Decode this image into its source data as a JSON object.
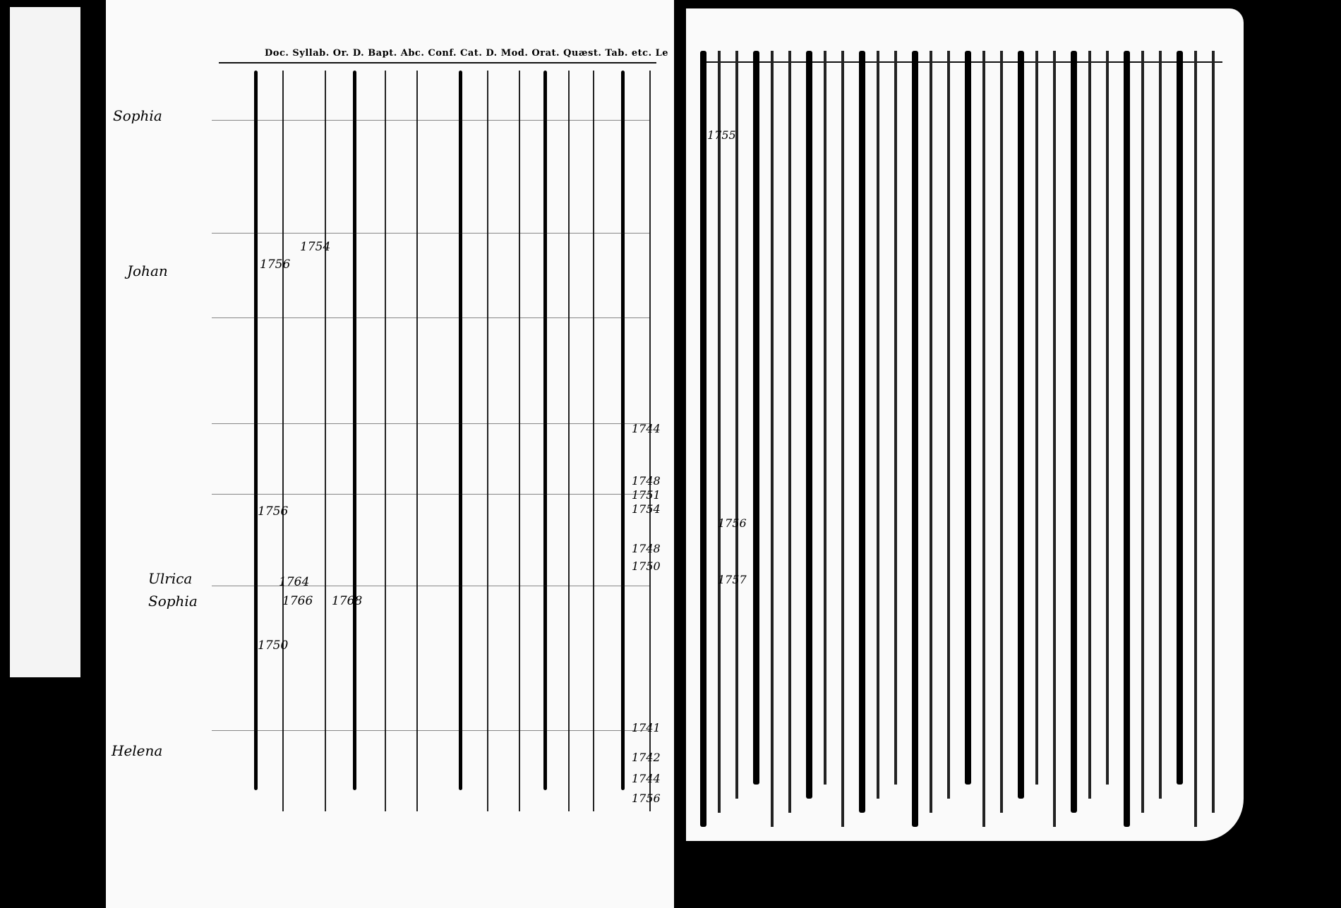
{
  "document": {
    "column_header": "Doc. Syllab. Or. D. Bapt. Abc. Conf. Cat. D. Mod. Orat. Quæst. Tab. etc. Le",
    "left_margin_entries": [
      {
        "text": "Sophia",
        "row": 1
      },
      {
        "text": "Johan",
        "row": 2
      },
      {
        "text": "Helena",
        "row": 3
      },
      {
        "text": "Ulrica",
        "row": 4
      },
      {
        "text": "Sophia",
        "row": 5
      }
    ],
    "inline_dates": [
      "1754",
      "1756",
      "1756",
      "1764",
      "1766",
      "1768",
      "1750"
    ],
    "year_column": [
      "1744",
      "1748",
      "1751",
      "1754",
      "1748",
      "1750",
      "1741",
      "1742",
      "1744",
      "1756"
    ],
    "right_page_notes": [
      "1755",
      "1756",
      "1757"
    ]
  }
}
